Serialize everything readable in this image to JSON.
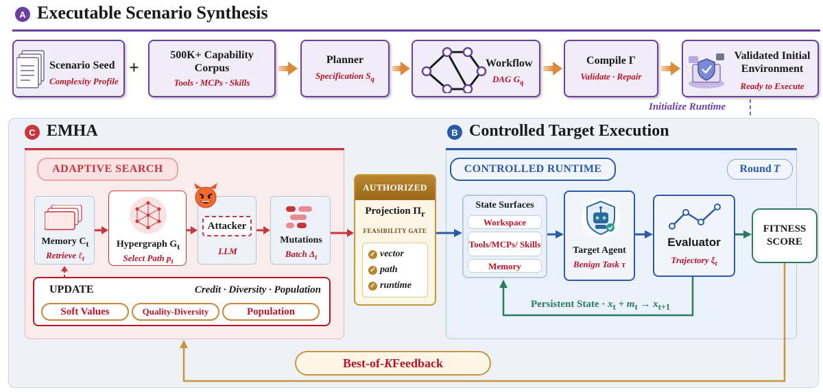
{
  "section_a": {
    "badge": "A",
    "title": "Executable Scenario Synthesis",
    "seed": {
      "title": "Scenario Seed",
      "sub": "Complexity Profile"
    },
    "plus": "+",
    "corpus": {
      "title": "500K+ Capability Corpus",
      "sub": "Tools · MCPs · Skills"
    },
    "planner": {
      "title": "Planner",
      "sub_text": "Specification ",
      "sub_sym": "S",
      "sub_idx": "q"
    },
    "workflow": {
      "title": "Workflow",
      "sub_text": "DAG ",
      "sub_sym": "G",
      "sub_idx": "q"
    },
    "compile": {
      "title": "Compile Γ",
      "sub": "Validate · Repair"
    },
    "validated": {
      "title": "Validated Initial Environment",
      "sub": "Ready to Execute"
    },
    "init_runtime": "Initialize Runtime"
  },
  "section_c": {
    "badge": "C",
    "title": "EMHA",
    "adaptive_search": "ADAPTIVE SEARCH",
    "memory": {
      "title": "Memory C",
      "idx": "t",
      "sub_text": "Retrieve ",
      "sub_sym": "ℓ",
      "sub_idx": "t"
    },
    "hypergraph": {
      "title": "Hypergraph G",
      "idx": "t",
      "sub_text": "Select Path ",
      "sub_sym": "p",
      "sub_idx": "t"
    },
    "attacker": {
      "title": "Attacker",
      "sub": "LLM"
    },
    "mutations": {
      "title": "Mutations",
      "sub_text": "Batch ",
      "sub_sym": "Δ",
      "sub_idx": "t"
    },
    "update": {
      "title": "UPDATE",
      "criteria": "Credit · Diversity · Population",
      "chips": [
        "Soft Values",
        "Quality-Diversity",
        "Population"
      ]
    }
  },
  "authorized": {
    "header": "AUTHORIZED",
    "projection": "Projection Π",
    "projection_idx": "r",
    "gate": "FEASIBILITY GATE",
    "checks": [
      "vector",
      "path",
      "runtime"
    ]
  },
  "section_b": {
    "badge": "B",
    "title": "Controlled Target Execution",
    "runtime_label": "CONTROLLED RUNTIME",
    "round_text": "Round ",
    "round_sym": "T",
    "state_surfaces": {
      "title": "State Surfaces",
      "items": [
        "Workspace",
        "Tools/MCPs/ Skills",
        "Memory"
      ]
    },
    "target_agent": {
      "title": "Target Agent",
      "sub": "Benign Task τ"
    },
    "evaluator": {
      "title": "Evaluator",
      "sub_text": "Trajectory ",
      "sub_sym": "ξ",
      "sub_idx": "t"
    },
    "fitness": "FITNESS SCORE",
    "persistent": {
      "text": "Persistent State · ",
      "expr_1": "x",
      "i1": "t",
      "expr_2": " + m",
      "i2": "t",
      "expr_3": " → x",
      "i3": "t+1"
    }
  },
  "feedback": {
    "text_1": "Best-of-",
    "sym": "K",
    "text_2": " Feedback"
  },
  "colors": {
    "purple": "#6a3fa0",
    "red": "#b8142a",
    "blue": "#2a5aa8",
    "green": "#2c7a5a",
    "gold": "#b8862c",
    "orange": "#d98a3a"
  }
}
